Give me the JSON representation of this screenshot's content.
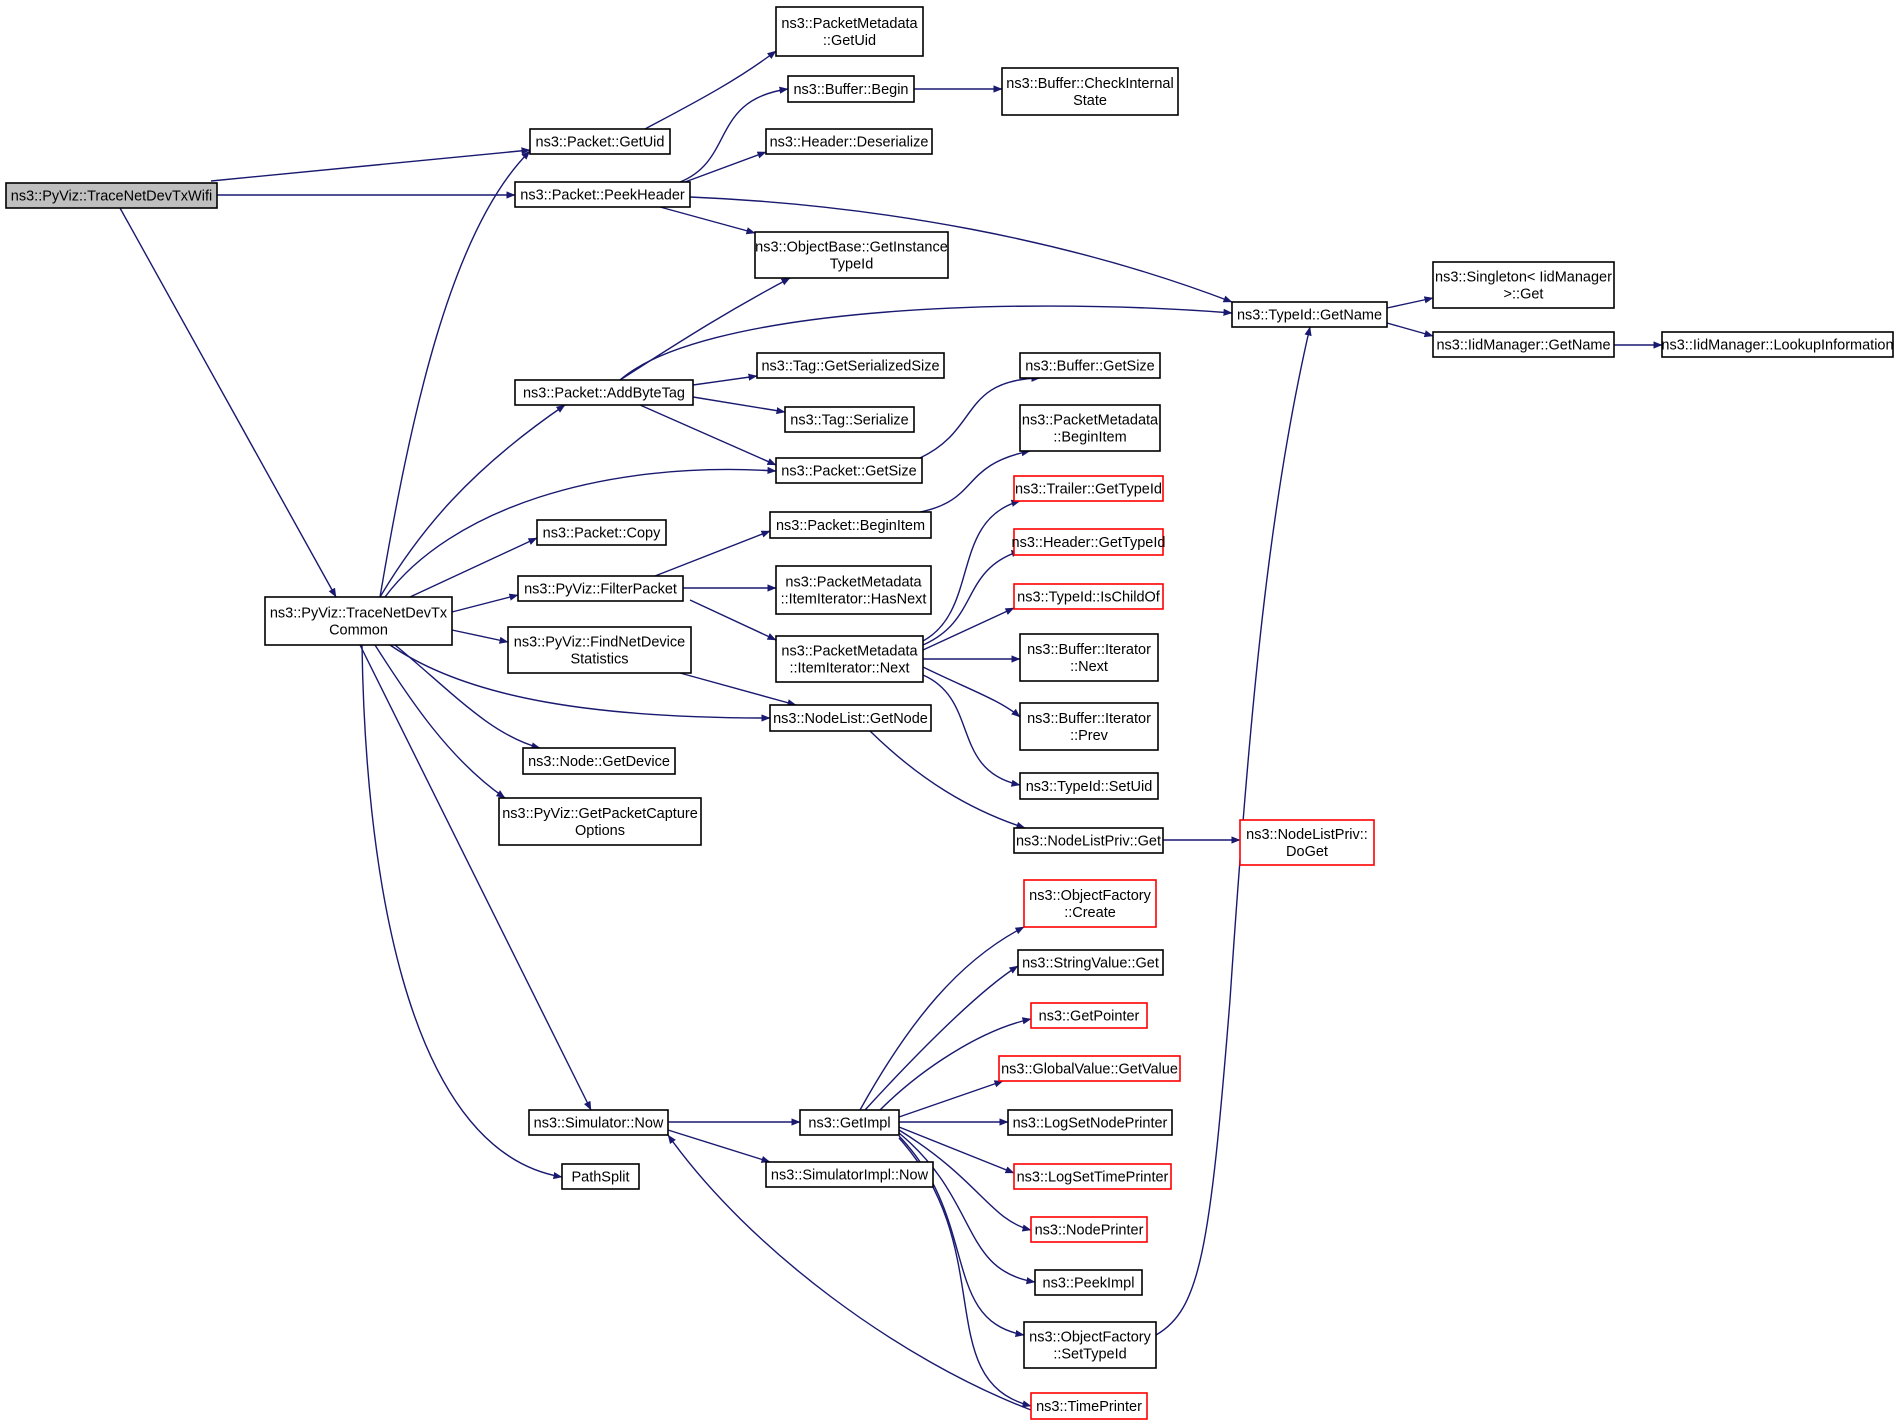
{
  "colors": {
    "edge": "#191970",
    "node_border": "#000000",
    "node_border_truncated": "#ff0000",
    "root_fill": "#bfbfbf",
    "node_fill": "#ffffff"
  },
  "nodes": [
    {
      "id": "n0",
      "lines": [
        "ns3::PyViz::TraceNetDevTxWifi"
      ],
      "root": true
    },
    {
      "id": "n1",
      "lines": [
        "ns3::Packet::GetUid"
      ]
    },
    {
      "id": "n2",
      "lines": [
        "ns3::Packet::PeekHeader"
      ]
    },
    {
      "id": "n3",
      "lines": [
        "ns3::PyViz::TraceNetDevTx",
        "Common"
      ]
    },
    {
      "id": "n4",
      "lines": [
        "ns3::PacketMetadata",
        "::GetUid"
      ]
    },
    {
      "id": "n5",
      "lines": [
        "ns3::Buffer::Begin"
      ]
    },
    {
      "id": "n6",
      "lines": [
        "ns3::Buffer::CheckInternal",
        "State"
      ]
    },
    {
      "id": "n7",
      "lines": [
        "ns3::Header::Deserialize"
      ]
    },
    {
      "id": "n8",
      "lines": [
        "ns3::ObjectBase::GetInstance",
        "TypeId"
      ]
    },
    {
      "id": "n9",
      "lines": [
        "ns3::TypeId::GetName"
      ]
    },
    {
      "id": "n10",
      "lines": [
        "ns3::Singleton< IidManager",
        " >::Get"
      ]
    },
    {
      "id": "n11",
      "lines": [
        "ns3::IidManager::GetName"
      ]
    },
    {
      "id": "n12",
      "lines": [
        "ns3::IidManager::LookupInformation"
      ]
    },
    {
      "id": "n13",
      "lines": [
        "ns3::Packet::AddByteTag"
      ]
    },
    {
      "id": "n14",
      "lines": [
        "ns3::Tag::GetSerializedSize"
      ]
    },
    {
      "id": "n15",
      "lines": [
        "ns3::Tag::Serialize"
      ]
    },
    {
      "id": "n16",
      "lines": [
        "ns3::Packet::GetSize"
      ]
    },
    {
      "id": "n17",
      "lines": [
        "ns3::Buffer::GetSize"
      ]
    },
    {
      "id": "n18",
      "lines": [
        "ns3::PacketMetadata",
        "::BeginItem"
      ]
    },
    {
      "id": "n19",
      "lines": [
        "ns3::Packet::Copy"
      ]
    },
    {
      "id": "n20",
      "lines": [
        "ns3::PyViz::FilterPacket"
      ]
    },
    {
      "id": "n21",
      "lines": [
        "ns3::Packet::BeginItem"
      ]
    },
    {
      "id": "n22",
      "lines": [
        "ns3::PacketMetadata",
        "::ItemIterator::HasNext"
      ]
    },
    {
      "id": "n23",
      "lines": [
        "ns3::PacketMetadata",
        "::ItemIterator::Next"
      ]
    },
    {
      "id": "n24",
      "lines": [
        "ns3::Trailer::GetTypeId"
      ],
      "truncated": true
    },
    {
      "id": "n25",
      "lines": [
        "ns3::Header::GetTypeId"
      ],
      "truncated": true
    },
    {
      "id": "n26",
      "lines": [
        "ns3::TypeId::IsChildOf"
      ],
      "truncated": true
    },
    {
      "id": "n27",
      "lines": [
        "ns3::Buffer::Iterator",
        "::Next"
      ]
    },
    {
      "id": "n28",
      "lines": [
        "ns3::Buffer::Iterator",
        "::Prev"
      ]
    },
    {
      "id": "n29",
      "lines": [
        "ns3::TypeId::SetUid"
      ]
    },
    {
      "id": "n30",
      "lines": [
        "ns3::PyViz::FindNetDevice",
        "Statistics"
      ]
    },
    {
      "id": "n31",
      "lines": [
        "ns3::NodeList::GetNode"
      ]
    },
    {
      "id": "n32",
      "lines": [
        "ns3::NodeListPriv::Get"
      ]
    },
    {
      "id": "n33",
      "lines": [
        "ns3::NodeListPriv::",
        "DoGet"
      ],
      "truncated": true
    },
    {
      "id": "n34",
      "lines": [
        "ns3::Node::GetDevice"
      ]
    },
    {
      "id": "n35",
      "lines": [
        "ns3::PyViz::GetPacketCapture",
        "Options"
      ]
    },
    {
      "id": "n36",
      "lines": [
        "ns3::Simulator::Now"
      ]
    },
    {
      "id": "n37",
      "lines": [
        "ns3::GetImpl"
      ]
    },
    {
      "id": "n38",
      "lines": [
        "ns3::SimulatorImpl::Now"
      ]
    },
    {
      "id": "n39",
      "lines": [
        "PathSplit"
      ]
    },
    {
      "id": "n40",
      "lines": [
        "ns3::ObjectFactory",
        "::Create"
      ],
      "truncated": true
    },
    {
      "id": "n41",
      "lines": [
        "ns3::StringValue::Get"
      ]
    },
    {
      "id": "n42",
      "lines": [
        "ns3::GetPointer"
      ],
      "truncated": true
    },
    {
      "id": "n43",
      "lines": [
        "ns3::GlobalValue::GetValue"
      ],
      "truncated": true
    },
    {
      "id": "n44",
      "lines": [
        "ns3::LogSetNodePrinter"
      ]
    },
    {
      "id": "n45",
      "lines": [
        "ns3::LogSetTimePrinter"
      ],
      "truncated": true
    },
    {
      "id": "n46",
      "lines": [
        "ns3::NodePrinter"
      ],
      "truncated": true
    },
    {
      "id": "n47",
      "lines": [
        "ns3::PeekImpl"
      ]
    },
    {
      "id": "n48",
      "lines": [
        "ns3::ObjectFactory",
        "::SetTypeId"
      ]
    },
    {
      "id": "n49",
      "lines": [
        "ns3::TimePrinter"
      ],
      "truncated": true
    }
  ],
  "edges": [
    [
      "n0",
      "n1"
    ],
    [
      "n0",
      "n2"
    ],
    [
      "n0",
      "n3"
    ],
    [
      "n1",
      "n4"
    ],
    [
      "n2",
      "n5"
    ],
    [
      "n2",
      "n7"
    ],
    [
      "n2",
      "n8"
    ],
    [
      "n2",
      "n9"
    ],
    [
      "n5",
      "n6"
    ],
    [
      "n9",
      "n10"
    ],
    [
      "n9",
      "n11"
    ],
    [
      "n11",
      "n12"
    ],
    [
      "n3",
      "n1"
    ],
    [
      "n3",
      "n13"
    ],
    [
      "n3",
      "n16"
    ],
    [
      "n3",
      "n19"
    ],
    [
      "n3",
      "n20"
    ],
    [
      "n3",
      "n30"
    ],
    [
      "n3",
      "n31"
    ],
    [
      "n3",
      "n34"
    ],
    [
      "n3",
      "n35"
    ],
    [
      "n3",
      "n36"
    ],
    [
      "n3",
      "n39"
    ],
    [
      "n13",
      "n8"
    ],
    [
      "n13",
      "n9"
    ],
    [
      "n13",
      "n14"
    ],
    [
      "n13",
      "n15"
    ],
    [
      "n13",
      "n16"
    ],
    [
      "n16",
      "n17"
    ],
    [
      "n20",
      "n21"
    ],
    [
      "n20",
      "n22"
    ],
    [
      "n20",
      "n23"
    ],
    [
      "n21",
      "n18"
    ],
    [
      "n23",
      "n24"
    ],
    [
      "n23",
      "n25"
    ],
    [
      "n23",
      "n26"
    ],
    [
      "n23",
      "n27"
    ],
    [
      "n23",
      "n28"
    ],
    [
      "n23",
      "n29"
    ],
    [
      "n30",
      "n31"
    ],
    [
      "n31",
      "n32"
    ],
    [
      "n32",
      "n33"
    ],
    [
      "n36",
      "n37"
    ],
    [
      "n36",
      "n38"
    ],
    [
      "n37",
      "n40"
    ],
    [
      "n37",
      "n41"
    ],
    [
      "n37",
      "n42"
    ],
    [
      "n37",
      "n43"
    ],
    [
      "n37",
      "n44"
    ],
    [
      "n37",
      "n45"
    ],
    [
      "n37",
      "n46"
    ],
    [
      "n37",
      "n47"
    ],
    [
      "n37",
      "n48"
    ],
    [
      "n37",
      "n49"
    ],
    [
      "n48",
      "n9"
    ],
    [
      "n49",
      "n36"
    ]
  ]
}
